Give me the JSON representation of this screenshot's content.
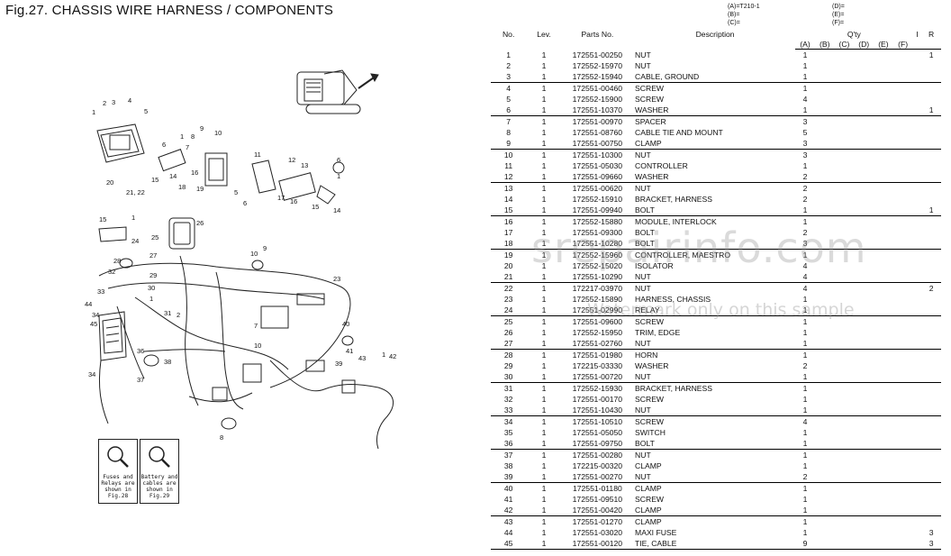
{
  "figure_title": "Fig.27.  CHASSIS WIRE HARNESS / COMPONENTS",
  "models_left": [
    "(A)=T210-1",
    "(B)=",
    "(C)="
  ],
  "models_right": [
    "(D)=",
    "(E)=",
    "(F)="
  ],
  "table_header": {
    "no": "No.",
    "lev": "Lev.",
    "parts_no": "Parts No.",
    "description": "Description",
    "qty": "Q'ty",
    "i": "I",
    "r": "R",
    "cols": [
      "(A)",
      "(B)",
      "(C)",
      "(D)",
      "(E)",
      "(F)"
    ]
  },
  "parts": [
    {
      "no": "1",
      "lev": "1",
      "pn": "172551-00250",
      "desc": "NUT",
      "qa": "1",
      "r": "1"
    },
    {
      "no": "2",
      "lev": "1",
      "pn": "172552-15970",
      "desc": "NUT",
      "qa": "1",
      "r": ""
    },
    {
      "no": "3",
      "lev": "1",
      "pn": "172552-15940",
      "desc": "CABLE, GROUND",
      "qa": "1",
      "r": ""
    },
    {
      "no": "4",
      "lev": "1",
      "pn": "172551-00460",
      "desc": "SCREW",
      "qa": "1",
      "r": ""
    },
    {
      "no": "5",
      "lev": "1",
      "pn": "172552-15900",
      "desc": "SCREW",
      "qa": "4",
      "r": ""
    },
    {
      "no": "6",
      "lev": "1",
      "pn": "172551-10370",
      "desc": "WASHER",
      "qa": "1",
      "r": "1"
    },
    {
      "no": "7",
      "lev": "1",
      "pn": "172551-00970",
      "desc": "SPACER",
      "qa": "3",
      "r": ""
    },
    {
      "no": "8",
      "lev": "1",
      "pn": "172551-08760",
      "desc": "CABLE TIE AND MOUNT",
      "qa": "5",
      "r": ""
    },
    {
      "no": "9",
      "lev": "1",
      "pn": "172551-00750",
      "desc": "CLAMP",
      "qa": "3",
      "r": ""
    },
    {
      "no": "10",
      "lev": "1",
      "pn": "172551-10300",
      "desc": "NUT",
      "qa": "3",
      "r": ""
    },
    {
      "no": "11",
      "lev": "1",
      "pn": "172551-05030",
      "desc": "CONTROLLER",
      "qa": "1",
      "r": ""
    },
    {
      "no": "12",
      "lev": "1",
      "pn": "172551-09660",
      "desc": "WASHER",
      "qa": "2",
      "r": ""
    },
    {
      "no": "13",
      "lev": "1",
      "pn": "172551-00620",
      "desc": "NUT",
      "qa": "2",
      "r": ""
    },
    {
      "no": "14",
      "lev": "1",
      "pn": "172552-15910",
      "desc": "BRACKET, HARNESS",
      "qa": "2",
      "r": ""
    },
    {
      "no": "15",
      "lev": "1",
      "pn": "172551-09940",
      "desc": "BOLT",
      "qa": "1",
      "r": "1"
    },
    {
      "no": "16",
      "lev": "1",
      "pn": "172552-15880",
      "desc": "MODULE, INTERLOCK",
      "qa": "1",
      "r": ""
    },
    {
      "no": "17",
      "lev": "1",
      "pn": "172551-09300",
      "desc": "BOLT",
      "qa": "2",
      "r": ""
    },
    {
      "no": "18",
      "lev": "1",
      "pn": "172551-10280",
      "desc": "BOLT",
      "qa": "3",
      "r": ""
    },
    {
      "no": "19",
      "lev": "1",
      "pn": "172552-15960",
      "desc": "CONTROLLER, MAESTRO",
      "qa": "1",
      "r": ""
    },
    {
      "no": "20",
      "lev": "1",
      "pn": "172552-15020",
      "desc": "ISOLATOR",
      "qa": "4",
      "r": ""
    },
    {
      "no": "21",
      "lev": "1",
      "pn": "172551-10290",
      "desc": "NUT",
      "qa": "4",
      "r": ""
    },
    {
      "no": "22",
      "lev": "1",
      "pn": "172217-03970",
      "desc": "NUT",
      "qa": "4",
      "r": "2"
    },
    {
      "no": "23",
      "lev": "1",
      "pn": "172552-15890",
      "desc": "HARNESS, CHASSIS",
      "qa": "1",
      "r": ""
    },
    {
      "no": "24",
      "lev": "1",
      "pn": "172551-02990",
      "desc": "RELAY",
      "qa": "1",
      "r": ""
    },
    {
      "no": "25",
      "lev": "1",
      "pn": "172551-09600",
      "desc": "SCREW",
      "qa": "1",
      "r": ""
    },
    {
      "no": "26",
      "lev": "1",
      "pn": "172552-15950",
      "desc": "TRIM, EDGE",
      "qa": "1",
      "r": ""
    },
    {
      "no": "27",
      "lev": "1",
      "pn": "172551-02760",
      "desc": "NUT",
      "qa": "1",
      "r": ""
    },
    {
      "no": "28",
      "lev": "1",
      "pn": "172551-01980",
      "desc": "HORN",
      "qa": "1",
      "r": ""
    },
    {
      "no": "29",
      "lev": "1",
      "pn": "172215-03330",
      "desc": "WASHER",
      "qa": "2",
      "r": ""
    },
    {
      "no": "30",
      "lev": "1",
      "pn": "172551-00720",
      "desc": "NUT",
      "qa": "1",
      "r": ""
    },
    {
      "no": "31",
      "lev": "1",
      "pn": "172552-15930",
      "desc": "BRACKET, HARNESS",
      "qa": "1",
      "r": ""
    },
    {
      "no": "32",
      "lev": "1",
      "pn": "172551-00170",
      "desc": "SCREW",
      "qa": "1",
      "r": ""
    },
    {
      "no": "33",
      "lev": "1",
      "pn": "172551-10430",
      "desc": "NUT",
      "qa": "1",
      "r": ""
    },
    {
      "no": "34",
      "lev": "1",
      "pn": "172551-10510",
      "desc": "SCREW",
      "qa": "4",
      "r": ""
    },
    {
      "no": "35",
      "lev": "1",
      "pn": "172551-05050",
      "desc": "SWITCH",
      "qa": "1",
      "r": ""
    },
    {
      "no": "36",
      "lev": "1",
      "pn": "172551-09750",
      "desc": "BOLT",
      "qa": "1",
      "r": ""
    },
    {
      "no": "37",
      "lev": "1",
      "pn": "172551-00280",
      "desc": "NUT",
      "qa": "1",
      "r": ""
    },
    {
      "no": "38",
      "lev": "1",
      "pn": "172215-00320",
      "desc": "CLAMP",
      "qa": "1",
      "r": ""
    },
    {
      "no": "39",
      "lev": "1",
      "pn": "172551-00270",
      "desc": "NUT",
      "qa": "2",
      "r": ""
    },
    {
      "no": "40",
      "lev": "1",
      "pn": "172551-01180",
      "desc": "CLAMP",
      "qa": "1",
      "r": ""
    },
    {
      "no": "41",
      "lev": "1",
      "pn": "172551-09510",
      "desc": "SCREW",
      "qa": "1",
      "r": ""
    },
    {
      "no": "42",
      "lev": "1",
      "pn": "172551-00420",
      "desc": "CLAMP",
      "qa": "1",
      "r": ""
    },
    {
      "no": "43",
      "lev": "1",
      "pn": "172551-01270",
      "desc": "CLAMP",
      "qa": "1",
      "r": ""
    },
    {
      "no": "44",
      "lev": "1",
      "pn": "172551-03020",
      "desc": "MAXI FUSE",
      "qa": "1",
      "r": "3"
    },
    {
      "no": "45",
      "lev": "1",
      "pn": "172551-00120",
      "desc": "TIE, CABLE",
      "qa": "9",
      "r": "3"
    }
  ],
  "group_ends": [
    "3",
    "6",
    "9",
    "12",
    "15",
    "18",
    "21",
    "24",
    "27",
    "30",
    "33",
    "36",
    "39",
    "42",
    "45"
  ],
  "notes": {
    "fuses": "Fuses and Relays are shown in Fig.28",
    "battery": "Battery and cables are shown in Fig.29"
  },
  "watermark": "srepairinfo.com",
  "watermark_sub": "Watermark only on this sample"
}
